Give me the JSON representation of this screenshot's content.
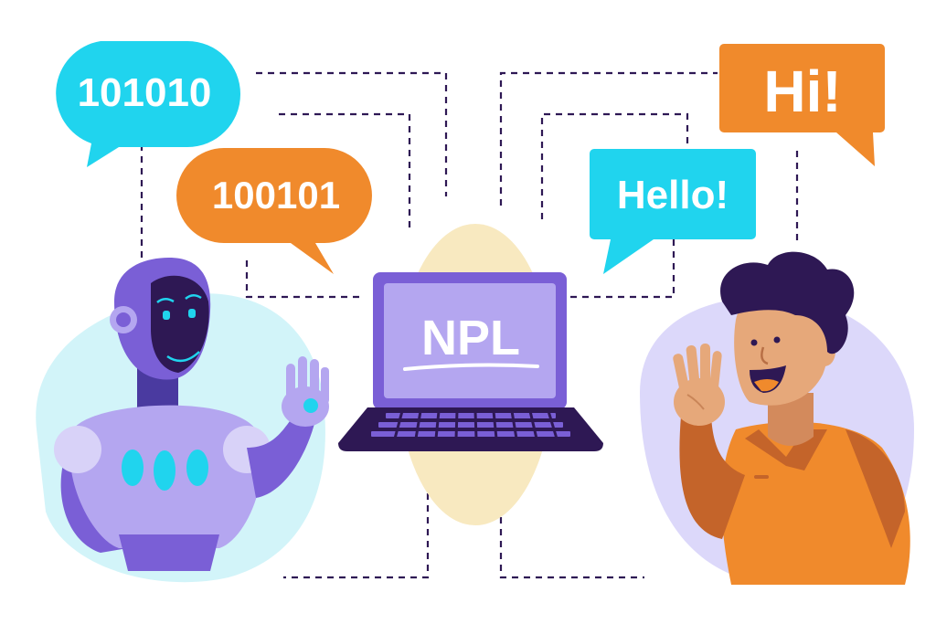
{
  "bubbles": {
    "binary_top": "101010",
    "binary_bottom": "100101",
    "greeting_short": "Hi!",
    "greeting_long": "Hello!"
  },
  "laptop": {
    "screen_label": "NPL"
  },
  "colors": {
    "cyan": "#20d4ee",
    "orange": "#f08a2c",
    "purple_dark": "#2e1854",
    "purple_mid": "#7a5fd6",
    "purple_light": "#b4a6f0",
    "lavender_bg": "#dcd8fa",
    "cream": "#f8e9c0",
    "connector": "#2e1854"
  },
  "illustration": {
    "left_character": "robot",
    "right_character": "person-waving",
    "center_device": "laptop"
  }
}
